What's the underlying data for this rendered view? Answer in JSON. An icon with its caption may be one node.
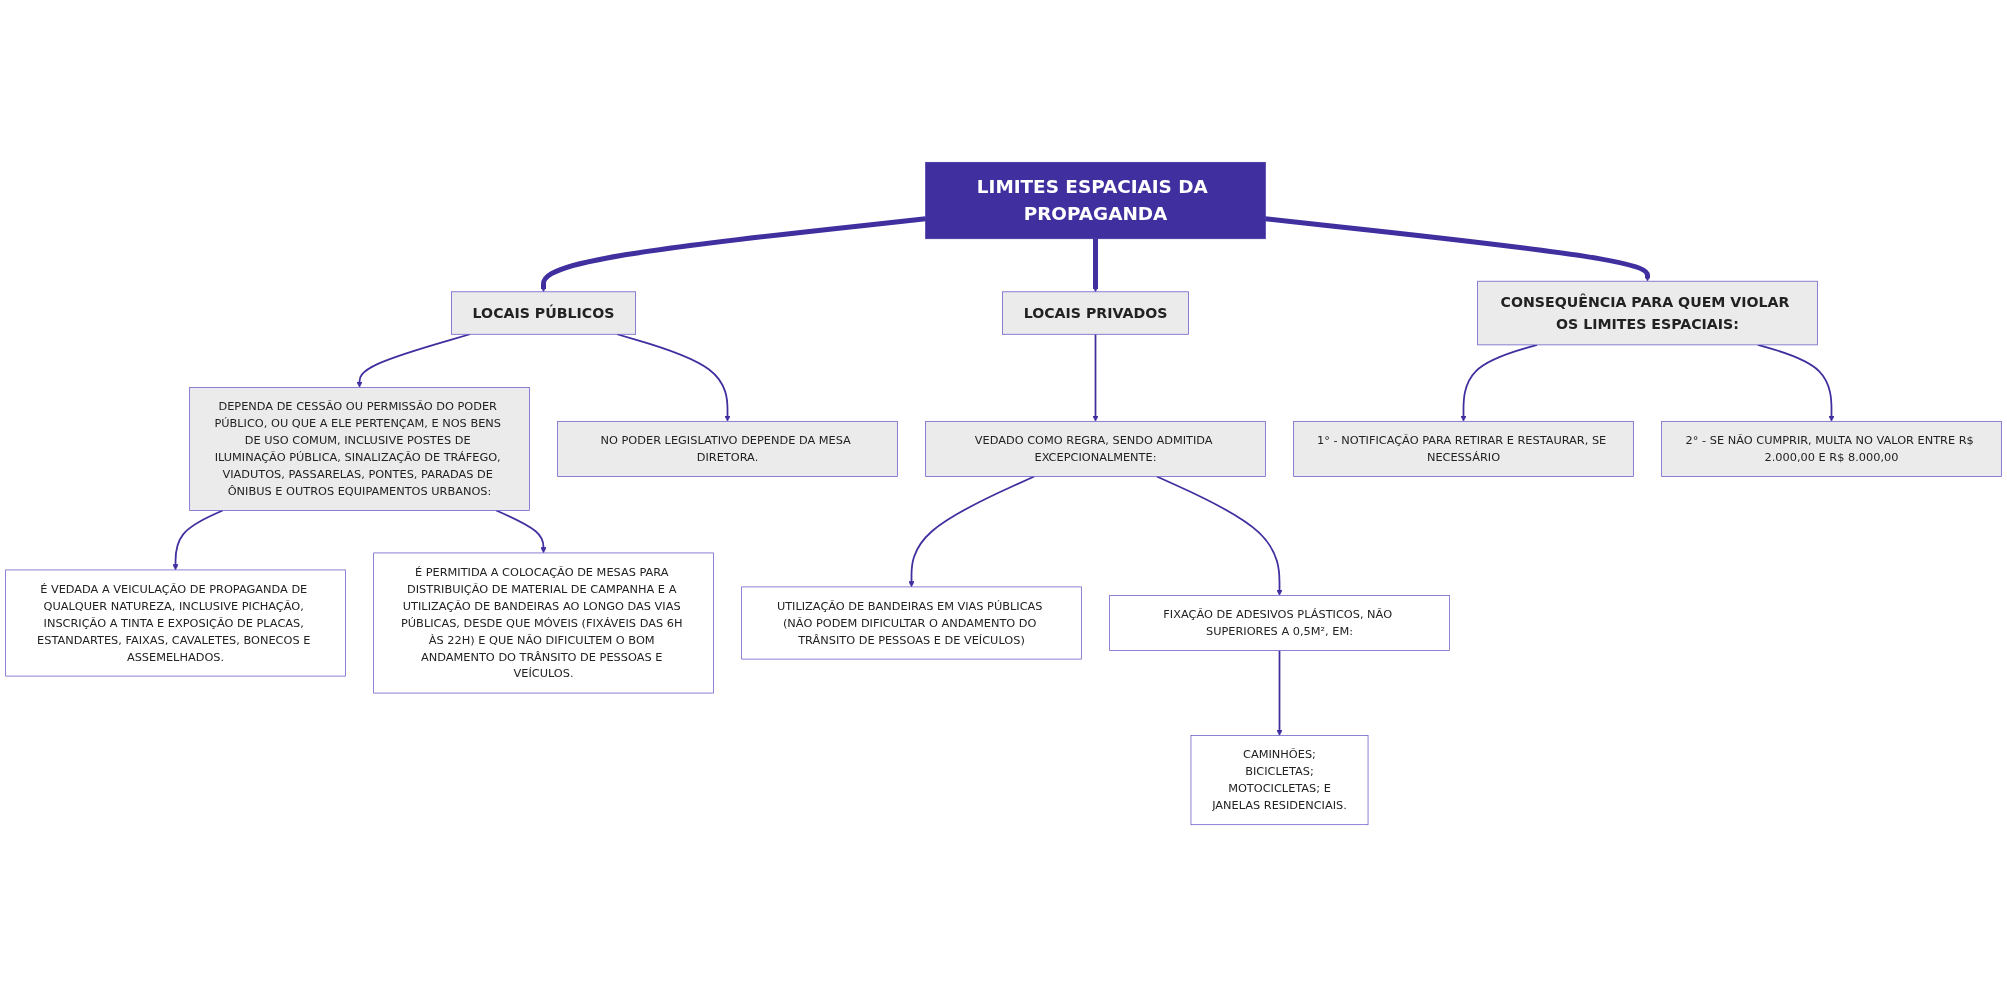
{
  "diagram": {
    "nodes": [
      {
        "text": [
          "LIMITES ESPACIAIS DA PROPAGANDA"
        ]
      },
      {
        "text": [
          "LOCAIS PÚBLICOS"
        ]
      },
      {
        "text": [
          "DEPENDA DE CESSÃO OU PERMISSÃO DO PODER PÚBLICO, OU QUE A ELE PERTENÇAM, E NOS BENS DE USO COMUM, INCLUSIVE POSTES DE ILUMINAÇÃO PÚBLICA, SINALIZAÇÃO DE TRÁFEGO, VIADUTOS, PASSARELAS, PONTES, PARADAS DE ÔNIBUS E OUTROS EQUIPAMENTOS URBANOS:"
        ]
      },
      {
        "text": [
          "NO PODER LEGISLATIVO DEPENDE DA MESA DIRETORA."
        ]
      },
      {
        "text": [
          "É VEDADA A VEICULAÇÃO DE PROPAGANDA DE QUALQUER NATUREZA, INCLUSIVE PICHAÇÃO, INSCRIÇÃO A TINTA E EXPOSIÇÃO DE PLACAS, ESTANDARTES, FAIXAS, CAVALETES, BONECOS E ASSEMELHADOS."
        ]
      },
      {
        "text": [
          "É PERMITIDA A COLOCAÇÃO DE MESAS PARA DISTRIBUIÇÃO DE MATERIAL DE CAMPANHA E A UTILIZAÇÃO DE BANDEIRAS AO LONGO DAS VIAS PÚBLICAS, DESDE QUE MÓVEIS (FIXÁVEIS DAS 6H ÀS 22H) E QUE NÃO DIFICULTEM O BOM ANDAMENTO DO TRÂNSITO DE PESSOAS E VEÍCULOS."
        ]
      },
      {
        "text": [
          "LOCAIS PRIVADOS"
        ]
      },
      {
        "text": [
          "VEDADO COMO REGRA, SENDO ADMITIDA EXCEPCIONALMENTE:"
        ]
      },
      {
        "text": [
          "UTILIZAÇÃO DE BANDEIRAS EM VIAS PÚBLICAS (NÃO PODEM DIFICULTAR O ANDAMENTO DO TRÂNSITO DE PESSOAS E DE VEÍCULOS)"
        ]
      },
      {
        "text": [
          "FIXAÇÃO DE ADESIVOS PLÁSTICOS, NÃO SUPERIORES A 0,5M², EM:"
        ]
      },
      {
        "text": [
          "CAMINHÕES;",
          "BICICLETAS;",
          "MOTOCICLETAS; E",
          "JANELAS RESIDENCIAIS."
        ]
      },
      {
        "text": [
          "CONSEQUÊNCIA PARA QUEM VIOLAR OS LIMITES ESPACIAIS:"
        ]
      },
      {
        "text": [
          "1° - NOTIFICAÇÃO PARA RETIRAR E RESTAURAR, SE NECESSÁRIO"
        ]
      },
      {
        "text": [
          "2° - SE NÃO CUMPRIR, MULTA NO VALOR ENTRE R$ 2.000,00 E R$ 8.000,00"
        ]
      }
    ],
    "edges": [
      {
        "from": 0,
        "to": 1,
        "arrow": "to",
        "style": "thick"
      },
      {
        "from": 1,
        "to": 2,
        "arrow": "to"
      },
      {
        "from": 1,
        "to": 3,
        "arrow": "to"
      },
      {
        "from": 2,
        "to": 4,
        "arrow": "to"
      },
      {
        "from": 2,
        "to": 5,
        "arrow": "to"
      },
      {
        "from": 0,
        "to": 6,
        "arrow": "to",
        "style": "thick"
      },
      {
        "from": 6,
        "to": 7,
        "arrow": "to"
      },
      {
        "from": 7,
        "to": 8,
        "arrow": "to"
      },
      {
        "from": 7,
        "to": 9,
        "arrow": "to"
      },
      {
        "from": 9,
        "to": 10,
        "arrow": "to"
      },
      {
        "from": 0,
        "to": 11,
        "arrow": "to",
        "style": "thick"
      },
      {
        "from": 11,
        "to": 12,
        "arrow": "to"
      },
      {
        "from": 11,
        "to": 13,
        "arrow": "to"
      }
    ]
  }
}
